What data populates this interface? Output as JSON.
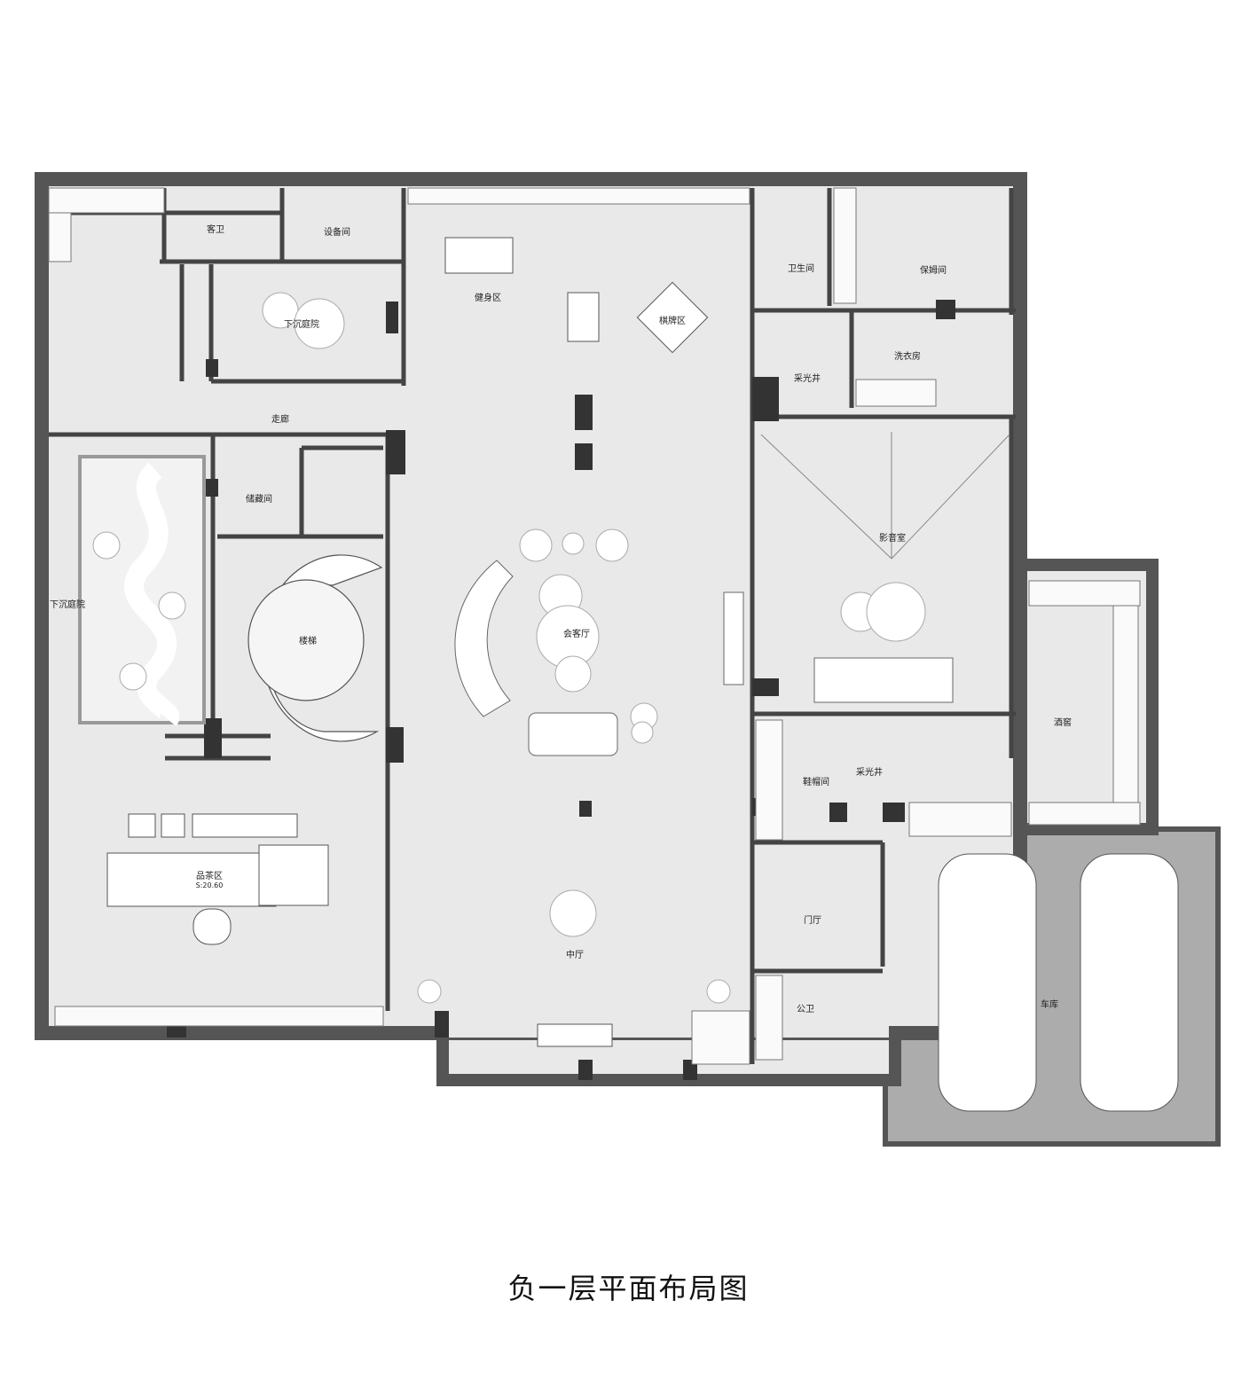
{
  "title": "负一层平面布局图",
  "rooms": {
    "guest_bath": "客卫",
    "equipment": "设备间",
    "fitness": "健身区",
    "chess": "棋牌区",
    "bathroom": "卫生间",
    "nanny": "保姆间",
    "sunken_court_top": "下沉庭院",
    "lightwell_top": "采光井",
    "laundry": "洗衣房",
    "corridor": "走廊",
    "storage": "储藏间",
    "theater": "影音室",
    "sunken_court_left": "下沉庭院",
    "stairs": "楼梯",
    "living": "会客厅",
    "wine": "酒窖",
    "cloakroom": "鞋帽间",
    "lightwell_mid": "采光井",
    "tea": "品茶区",
    "tea_area": "S:20.60",
    "hall": "中厅",
    "foyer": "门厅",
    "public_bath": "公卫",
    "garage": "车库"
  },
  "colors": {
    "wall": "#555555",
    "floor": "#e9e9e9",
    "garage": "#acacac",
    "column": "#333333"
  }
}
